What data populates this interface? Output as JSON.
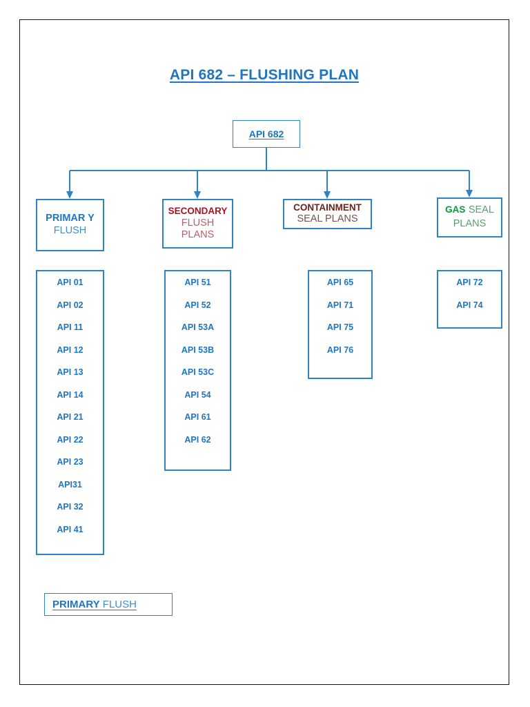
{
  "document": {
    "title": "API 682 – FLUSHING PLAN"
  },
  "colors": {
    "blue": "#1F75BF",
    "blue_border": "#2E83C6",
    "red_strong": "#B01020",
    "red_soft": "#B5626B",
    "brown_strong": "#6E2318",
    "brown_soft": "#7A5048",
    "green_strong": "#00A03C",
    "green_soft": "#5E9B72",
    "page_border": "#111111"
  },
  "root": {
    "label": "API 682"
  },
  "categories": [
    {
      "key": "primary",
      "header_strong": "PRIMAR Y",
      "header_soft": "FLUSH",
      "plans": [
        "API 01",
        "API 02",
        "API 11",
        "API 12",
        "API 13",
        "API 14",
        "API 21",
        "API 22",
        "API 23",
        "API31",
        "API 32",
        "API 41"
      ]
    },
    {
      "key": "secondary",
      "header_strong": "SECONDARY",
      "header_soft": "FLUSH PLANS",
      "plans": [
        "API 51",
        "API 52",
        "API 53A",
        "API 53B",
        "API 53C",
        "API 54",
        "API 61",
        "API 62"
      ]
    },
    {
      "key": "containment",
      "header_strong": "CONTAINMENT",
      "header_soft": "SEAL PLANS",
      "plans": [
        "API 65",
        "API 71",
        "API 75",
        "API 76"
      ]
    },
    {
      "key": "gas",
      "header_strong": "GAS",
      "header_soft": "SEAL PLANS",
      "plans": [
        "API 72",
        "API 74"
      ]
    }
  ],
  "footer": {
    "strong": "PRIMARY",
    "soft": " FLUSH "
  }
}
